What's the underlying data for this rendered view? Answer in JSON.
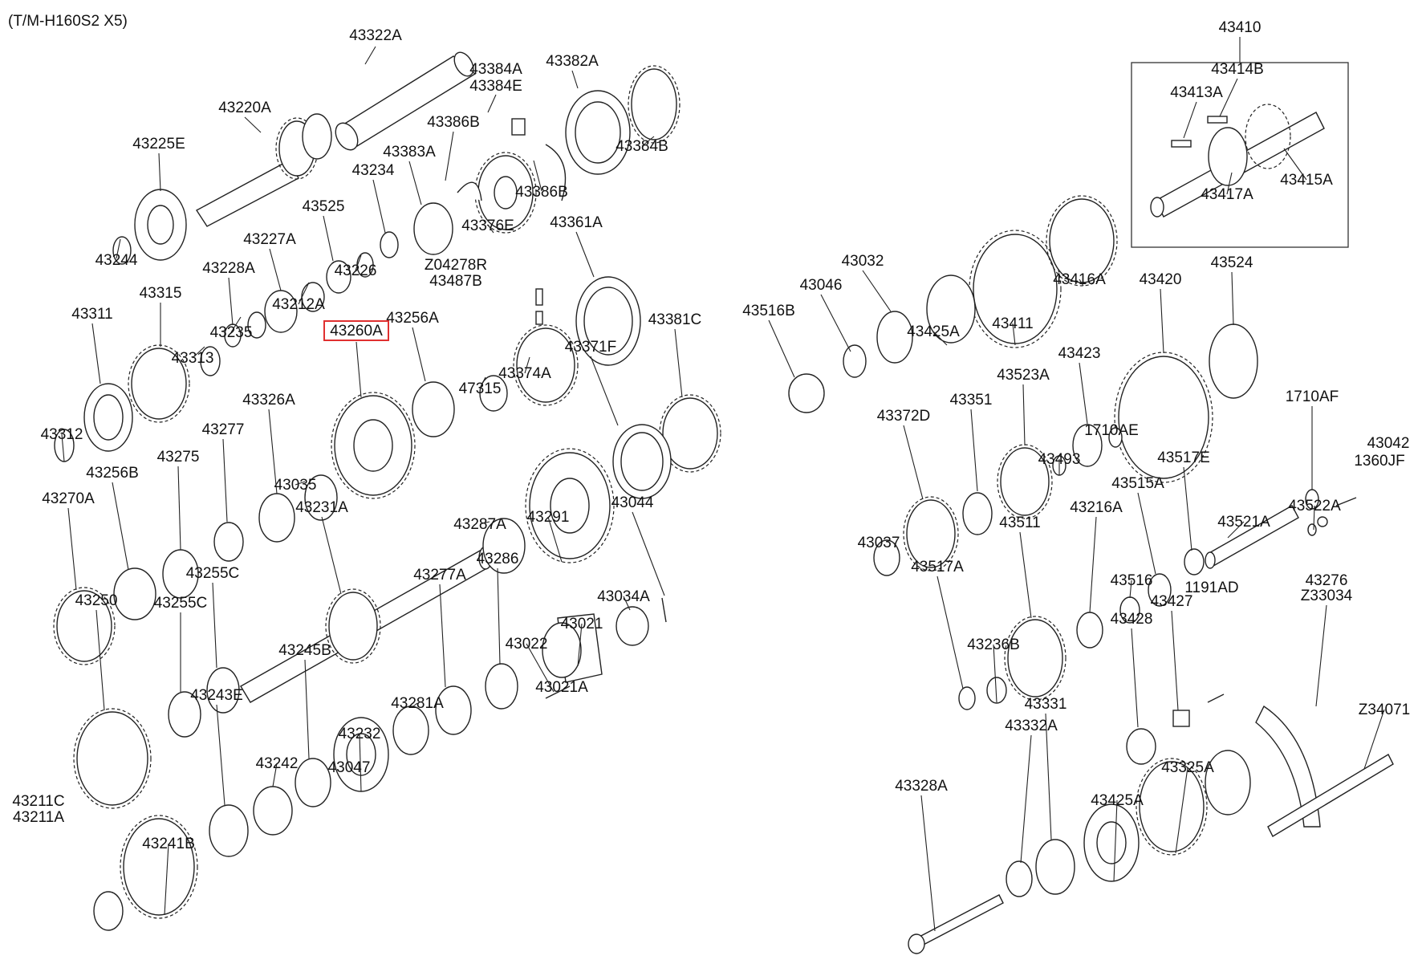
{
  "title": "(T/M-H160S2 X5)",
  "highlighted": "43260A",
  "colors": {
    "highlight": "#e03030",
    "ink": "#222222"
  },
  "labels": [
    "43322A",
    "43384A",
    "43384E",
    "43382A",
    "43220A",
    "43225E",
    "43386B",
    "43383A",
    "43234",
    "43384B",
    "43386B",
    "43376E",
    "43525",
    "43227A",
    "43228A",
    "43244",
    "43226",
    "43212A",
    "43315",
    "43311",
    "43235",
    "43313",
    "43260A",
    "43256A",
    "43361A",
    "Z04278R",
    "43487B",
    "43374A",
    "47315",
    "43381C",
    "43312",
    "43326A",
    "43277",
    "43035",
    "43371F",
    "43256B",
    "43275",
    "43270A",
    "43231A",
    "43287A",
    "43291",
    "43044",
    "43255C",
    "43255C",
    "43250",
    "43286",
    "43277A",
    "43034A",
    "43021",
    "43022",
    "43021A",
    "43245B",
    "43281A",
    "43243E",
    "43232",
    "43242",
    "43047",
    "43211C",
    "43211A",
    "43241B",
    "43410",
    "43414B",
    "43413A",
    "43415A",
    "43417A",
    "43032",
    "43046",
    "43516B",
    "43425A",
    "43411",
    "43416A",
    "43420",
    "43524",
    "43423",
    "43523A",
    "43351",
    "43372D",
    "43493",
    "1710AE",
    "1710AF",
    "43042",
    "1360JF",
    "43037",
    "43517E",
    "43515A",
    "43521A",
    "43522A",
    "43216A",
    "43511",
    "43516",
    "43517A",
    "43236B",
    "43427",
    "1191AD",
    "43428",
    "43276",
    "Z33034",
    "43331",
    "43332A",
    "43325A",
    "Z34071",
    "43328A",
    "43425A"
  ]
}
